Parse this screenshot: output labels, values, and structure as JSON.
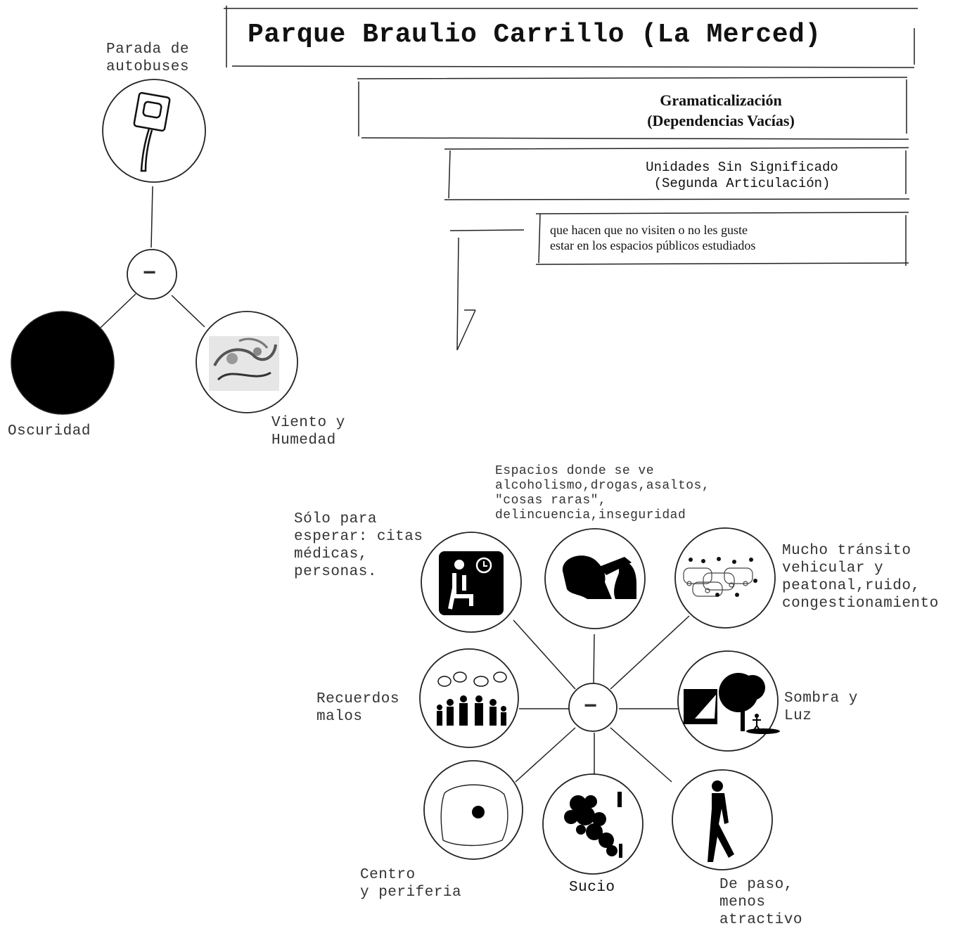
{
  "title": "Parque Braulio Carrillo (La Merced)",
  "box1": "Gramaticalización\n(Dependencias Vacías)",
  "box2": "Unidades Sin Significado\n(Segunda Articulación)",
  "box3": "que hacen que no visiten o no les guste\nestar en los espacios públicos estudiados",
  "top_cluster": {
    "hub_symbol": "−",
    "bus_stop": {
      "label": "Parada de\nautobuses",
      "icon": "bus-stop-sign-icon"
    },
    "darkness": {
      "label": "Oscuridad",
      "icon": "black-circle-icon"
    },
    "wind": {
      "label": "Viento y\nHumedad",
      "icon": "wind-swirl-icon"
    }
  },
  "bottom_cluster": {
    "hub_symbol": "−",
    "waiting": {
      "label": "Sólo para\nesperar: citas\nmédicas,\npersonas.",
      "icon": "waiting-room-icon"
    },
    "drinking": {
      "label": "Espacios donde se ve\nalcoholismo,drogas,asaltos,\n\"cosas raras\",\ndelincuencia,inseguridad",
      "icon": "person-drinking-icon"
    },
    "traffic": {
      "label": "Mucho tránsito\nvehicular  y\npeatonal,ruido,\ncongestionamiento",
      "icon": "traffic-crowd-icon"
    },
    "memories": {
      "label": "Recuerdos\nmalos",
      "icon": "people-thought-bubbles-icon"
    },
    "shadow": {
      "label": "Sombra y\nLuz",
      "icon": "tree-light-shadow-icon"
    },
    "center": {
      "label": "Centro\ny periferia",
      "icon": "center-dot-icon"
    },
    "dirty": {
      "label": "Sucio",
      "icon": "dirt-stain-icon"
    },
    "passing": {
      "label": "De paso,\nmenos\natractivo",
      "icon": "walking-person-icon"
    }
  }
}
